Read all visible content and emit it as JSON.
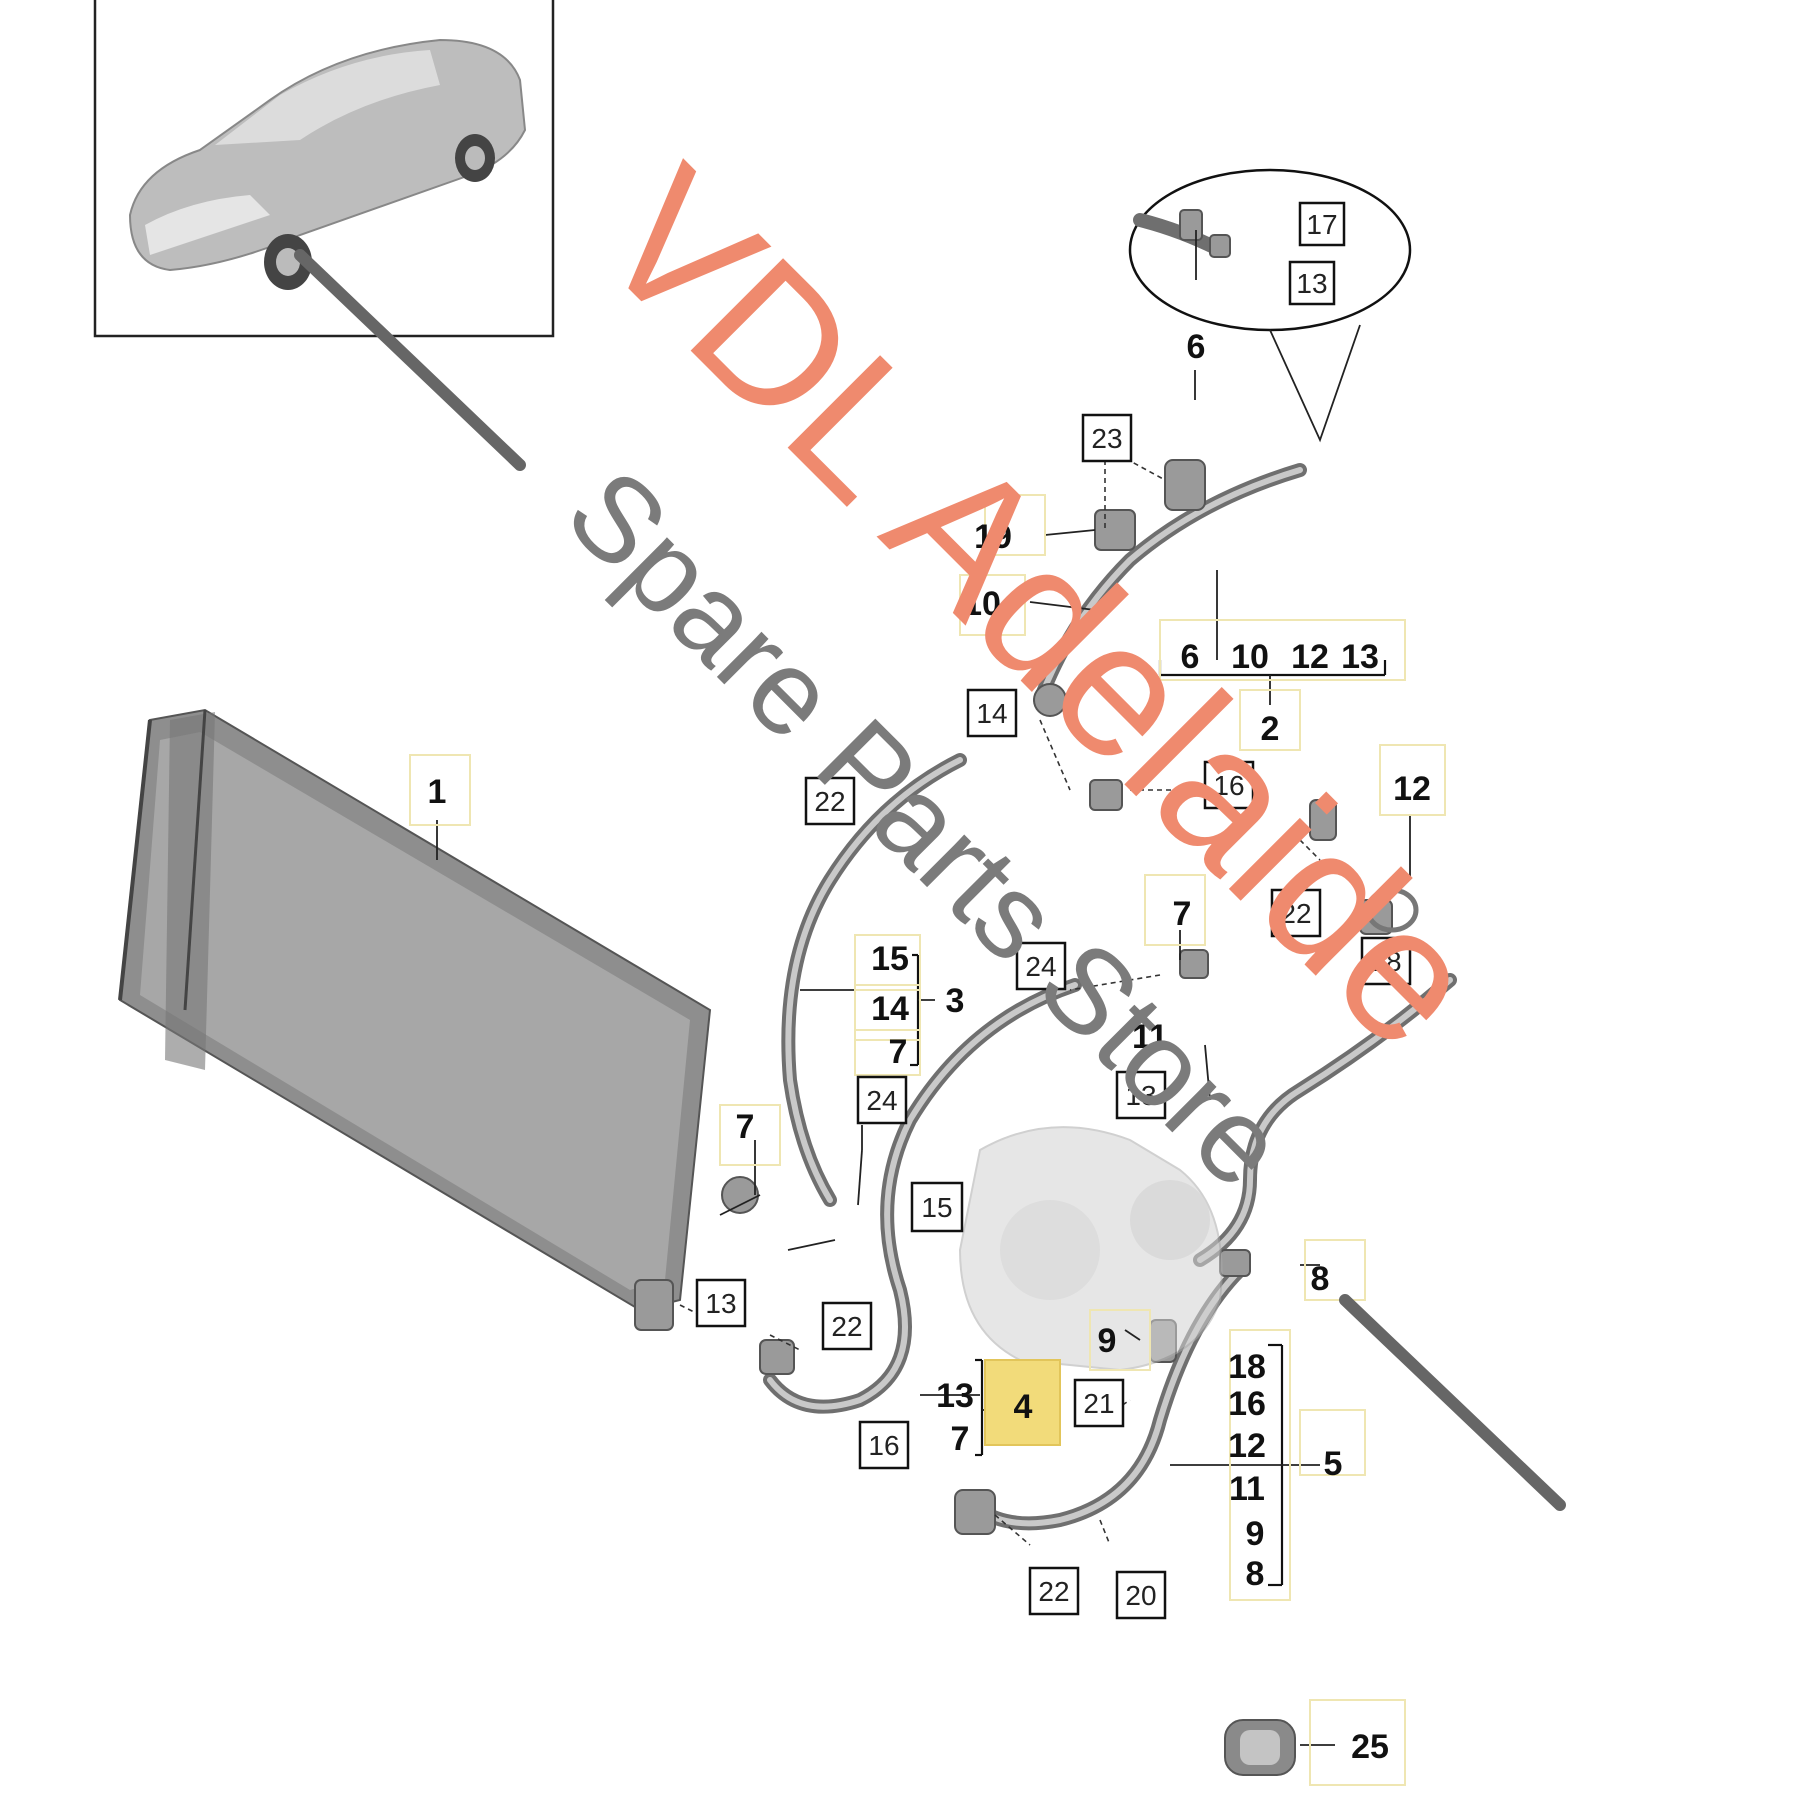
{
  "callouts": {
    "c1": "1",
    "c2": "2",
    "c3": "3",
    "c4": "4",
    "c5": "5",
    "c6": "6",
    "c7a": "7",
    "c7b": "7",
    "c7c": "7",
    "c7d": "7",
    "c8a": "8",
    "c8b": "8",
    "c9a": "9",
    "c9b": "9",
    "c10a": "10",
    "c10b": "10",
    "c11a": "11",
    "c11b": "11",
    "c12a": "12",
    "c12b": "12",
    "c12c": "12",
    "c13a": "13",
    "c13b": "13",
    "c14": "14",
    "c15": "15",
    "c16": "16",
    "c18": "18",
    "c6b": "6",
    "c19": "19",
    "c25": "25"
  },
  "boxed": {
    "b17": "17",
    "b13a": "13",
    "b23": "23",
    "b14": "14",
    "b22a": "22",
    "b16a": "16",
    "b22b": "22",
    "b18": "18",
    "b24a": "24",
    "b13b": "13",
    "b24b": "24",
    "b15": "15",
    "b13c": "13",
    "b22c": "22",
    "b21": "21",
    "b16b": "16",
    "b22d": "22",
    "b20": "20"
  },
  "watermark": {
    "line1": "VDL Adelaide",
    "line2": "Spare Parts Store"
  },
  "colors": {
    "watermark_red": "#ef8a6e",
    "watermark_grey": "#7b7b7b",
    "highlight": "#f2db7a"
  }
}
